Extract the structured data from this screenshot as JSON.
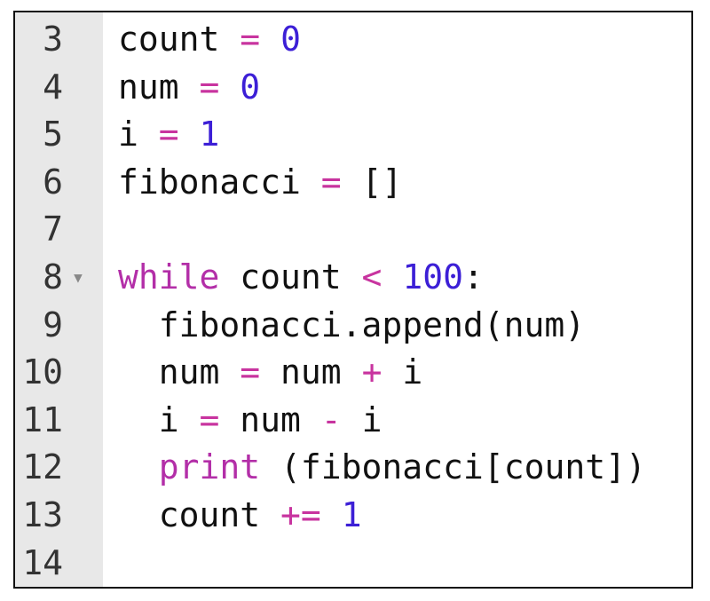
{
  "editor": {
    "colors": {
      "keyword": "#b32fa8",
      "operator": "#c8349f",
      "number": "#3c1fd6",
      "text": "#111111",
      "gutter": "#e8e8e8"
    },
    "lines": [
      {
        "num": "3",
        "fold": "",
        "tokens": [
          {
            "t": "count ",
            "c": "tx"
          },
          {
            "t": "=",
            "c": "op"
          },
          {
            "t": " ",
            "c": "tx"
          },
          {
            "t": "0",
            "c": "num"
          }
        ]
      },
      {
        "num": "4",
        "fold": "",
        "tokens": [
          {
            "t": "num ",
            "c": "tx"
          },
          {
            "t": "=",
            "c": "op"
          },
          {
            "t": " ",
            "c": "tx"
          },
          {
            "t": "0",
            "c": "num"
          }
        ]
      },
      {
        "num": "5",
        "fold": "",
        "tokens": [
          {
            "t": "i ",
            "c": "tx"
          },
          {
            "t": "=",
            "c": "op"
          },
          {
            "t": " ",
            "c": "tx"
          },
          {
            "t": "1",
            "c": "num"
          }
        ]
      },
      {
        "num": "6",
        "fold": "",
        "tokens": [
          {
            "t": "fibonacci ",
            "c": "tx"
          },
          {
            "t": "=",
            "c": "op"
          },
          {
            "t": " []",
            "c": "tx"
          }
        ]
      },
      {
        "num": "7",
        "fold": "",
        "tokens": []
      },
      {
        "num": "8",
        "fold": "▼",
        "tokens": [
          {
            "t": "while",
            "c": "kw"
          },
          {
            "t": " count ",
            "c": "tx"
          },
          {
            "t": "<",
            "c": "op"
          },
          {
            "t": " ",
            "c": "tx"
          },
          {
            "t": "100",
            "c": "num"
          },
          {
            "t": ":",
            "c": "tx"
          }
        ]
      },
      {
        "num": "9",
        "fold": "",
        "tokens": [
          {
            "t": "  fibonacci.append(num)",
            "c": "tx"
          }
        ]
      },
      {
        "num": "10",
        "fold": "",
        "tokens": [
          {
            "t": "  num ",
            "c": "tx"
          },
          {
            "t": "=",
            "c": "op"
          },
          {
            "t": " num ",
            "c": "tx"
          },
          {
            "t": "+",
            "c": "op"
          },
          {
            "t": " i",
            "c": "tx"
          }
        ]
      },
      {
        "num": "11",
        "fold": "",
        "tokens": [
          {
            "t": "  i ",
            "c": "tx"
          },
          {
            "t": "=",
            "c": "op"
          },
          {
            "t": " num ",
            "c": "tx"
          },
          {
            "t": "-",
            "c": "op"
          },
          {
            "t": " i",
            "c": "tx"
          }
        ]
      },
      {
        "num": "12",
        "fold": "",
        "tokens": [
          {
            "t": "  ",
            "c": "tx"
          },
          {
            "t": "print",
            "c": "kw"
          },
          {
            "t": " (fibonacci[count])",
            "c": "tx"
          }
        ]
      },
      {
        "num": "13",
        "fold": "",
        "tokens": [
          {
            "t": "  count ",
            "c": "tx"
          },
          {
            "t": "+=",
            "c": "op"
          },
          {
            "t": " ",
            "c": "tx"
          },
          {
            "t": "1",
            "c": "num"
          }
        ]
      },
      {
        "num": "14",
        "fold": "",
        "tokens": []
      }
    ]
  }
}
